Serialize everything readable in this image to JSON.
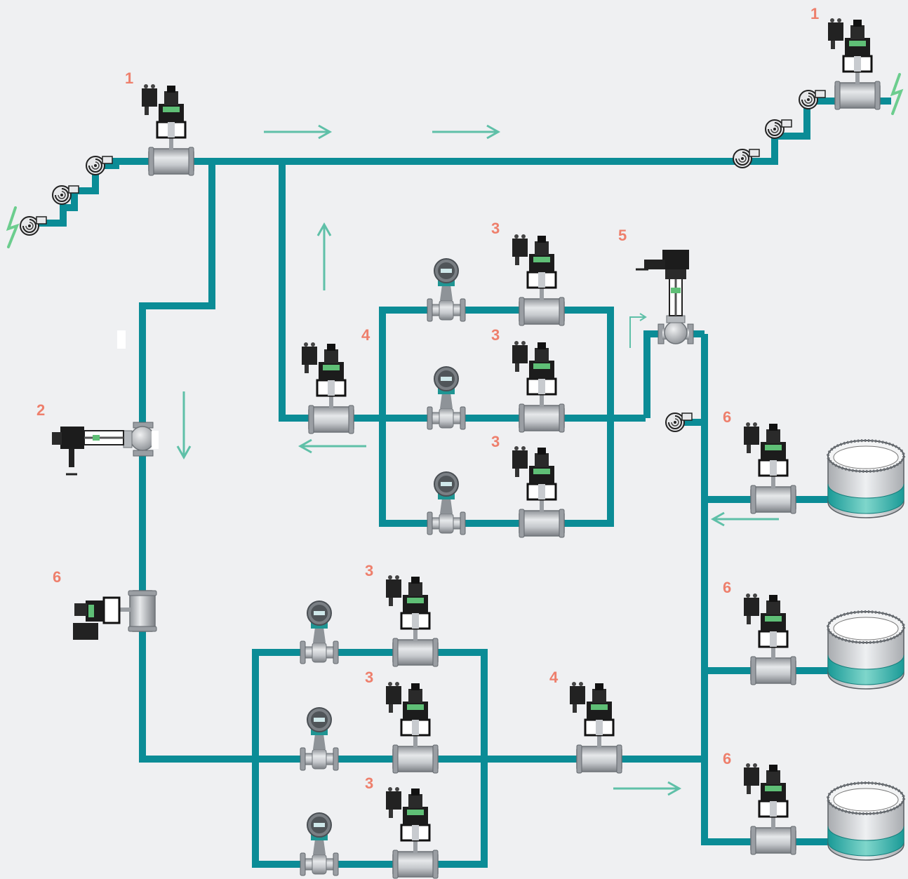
{
  "colors": {
    "background": "#eff0f2",
    "pipe": "#0b8c96",
    "arrow": "#5fc0a8",
    "label": "#ee7f6c",
    "valve_body": "#b9bcc0",
    "actuator": "#1c1c1c",
    "power": "#6ccd8e"
  },
  "labels": {
    "l1_left": "1",
    "l1_right": "1",
    "l2": "2",
    "l3_a": "3",
    "l3_b": "3",
    "l3_c": "3",
    "l3_d": "3",
    "l3_e": "3",
    "l3_f": "3",
    "l4_upper": "4",
    "l4_lower": "4",
    "l5": "5",
    "l6_left": "6",
    "l6_a": "6",
    "l6_b": "6",
    "l6_c": "6"
  },
  "icons": {
    "pump": "centrifugal-pump-icon",
    "butterfly_valve": "butterfly-valve-icon",
    "flow_meter": "flow-meter-icon",
    "globe_valve": "globe-valve-icon",
    "tank": "storage-tank-icon",
    "power": "power-source-icon",
    "arrow": "flow-arrow-icon"
  }
}
